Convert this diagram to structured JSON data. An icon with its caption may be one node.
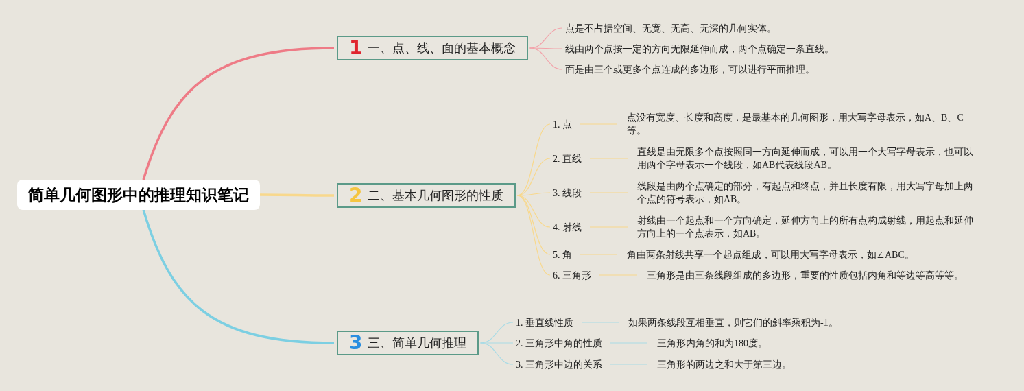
{
  "diagram": {
    "nodes": [
      {
        "text": [
          "简单几何图形中的推理知识笔记"
        ]
      },
      {
        "text": [
          "1",
          "一、点、线、面的基本概念"
        ]
      },
      {
        "text": [
          "点是不占据空间、无宽、无高、无深的几何实体。"
        ]
      },
      {
        "text": [
          "线由两个点按一定的方向无限延伸而成，两个点确定一条直线。"
        ]
      },
      {
        "text": [
          "面是由三个或更多个点连成的多边形，可以进行平面推理。"
        ]
      },
      {
        "text": [
          "2",
          "二、基本几何图形的性质"
        ]
      },
      {
        "text": [
          "1. 点"
        ]
      },
      {
        "text": [
          "点没有宽度、长度和高度，是最基本的几何图形，用大写字母表示，如A、B、C等。"
        ]
      },
      {
        "text": [
          "2. 直线"
        ]
      },
      {
        "text": [
          "直线是由无限多个点按照同一方向延伸而成，可以用一个大写字母表示，也可以用两个字母表示一个线段，如AB代表线段AB。"
        ]
      },
      {
        "text": [
          "3. 线段"
        ]
      },
      {
        "text": [
          "线段是由两个点确定的部分，有起点和终点，并且长度有限，用大写字母加上两个点的符号表示，如AB。"
        ]
      },
      {
        "text": [
          "4. 射线"
        ]
      },
      {
        "text": [
          "射线由一个起点和一个方向确定，延伸方向上的所有点构成射线，用起点和延伸方向上的一个点表示，如AB。"
        ]
      },
      {
        "text": [
          "5. 角"
        ]
      },
      {
        "text": [
          "角由两条射线共享一个起点组成，可以用大写字母表示，如∠ABC。"
        ]
      },
      {
        "text": [
          "6. 三角形"
        ]
      },
      {
        "text": [
          "三角形是由三条线段组成的多边形，重要的性质包括内角和等边等高等等。"
        ]
      },
      {
        "text": [
          "3",
          "三、简单几何推理"
        ]
      },
      {
        "text": [
          "1. 垂直线性质"
        ]
      },
      {
        "text": [
          "如果两条线段互相垂直，则它们的斜率乘积为-1。"
        ]
      },
      {
        "text": [
          "2. 三角形中角的性质"
        ]
      },
      {
        "text": [
          "三角形内角的和为180度。"
        ]
      },
      {
        "text": [
          "3. 三角形中边的关系"
        ]
      },
      {
        "text": [
          "三角形的两边之和大于第三边。"
        ]
      }
    ],
    "edges": [
      {
        "from": 0,
        "to": 1,
        "arrow": "none",
        "style": "thick",
        "color": "#ee7b86"
      },
      {
        "from": 0,
        "to": 5,
        "arrow": "none",
        "style": "thick"
      },
      {
        "from": 0,
        "to": 18,
        "arrow": "none",
        "style": "thick",
        "color": "#7ccfe2"
      },
      {
        "from": 1,
        "to": 2,
        "arrow": "none",
        "color": "#f2a3aa"
      },
      {
        "from": 1,
        "to": 3,
        "arrow": "none",
        "color": "#f2a3aa"
      },
      {
        "from": 1,
        "to": 4,
        "arrow": "none",
        "color": "#f2a3aa"
      },
      {
        "from": 5,
        "to": 6,
        "arrow": "none"
      },
      {
        "from": 5,
        "to": 8,
        "arrow": "none"
      },
      {
        "from": 5,
        "to": 10,
        "arrow": "none"
      },
      {
        "from": 5,
        "to": 12,
        "arrow": "none"
      },
      {
        "from": 5,
        "to": 14,
        "arrow": "none"
      },
      {
        "from": 5,
        "to": 16,
        "arrow": "none"
      },
      {
        "from": 6,
        "to": 7,
        "arrow": "none"
      },
      {
        "from": 8,
        "to": 9,
        "arrow": "none"
      },
      {
        "from": 10,
        "to": 11,
        "arrow": "none"
      },
      {
        "from": 12,
        "to": 13,
        "arrow": "none"
      },
      {
        "from": 14,
        "to": 15,
        "arrow": "none"
      },
      {
        "from": 16,
        "to": 17,
        "arrow": "none"
      },
      {
        "from": 18,
        "to": 19,
        "arrow": "none",
        "color": "#a7dbe6"
      },
      {
        "from": 18,
        "to": 21,
        "arrow": "none",
        "color": "#a7dbe6"
      },
      {
        "from": 18,
        "to": 23,
        "arrow": "none",
        "color": "#a7dbe6"
      },
      {
        "from": 19,
        "to": 20,
        "arrow": "none",
        "color": "#a7dbe6"
      },
      {
        "from": 21,
        "to": 22,
        "arrow": "none",
        "color": "#a7dbe6"
      },
      {
        "from": 23,
        "to": 24,
        "arrow": "none",
        "color": "#a7dbe6"
      }
    ]
  }
}
